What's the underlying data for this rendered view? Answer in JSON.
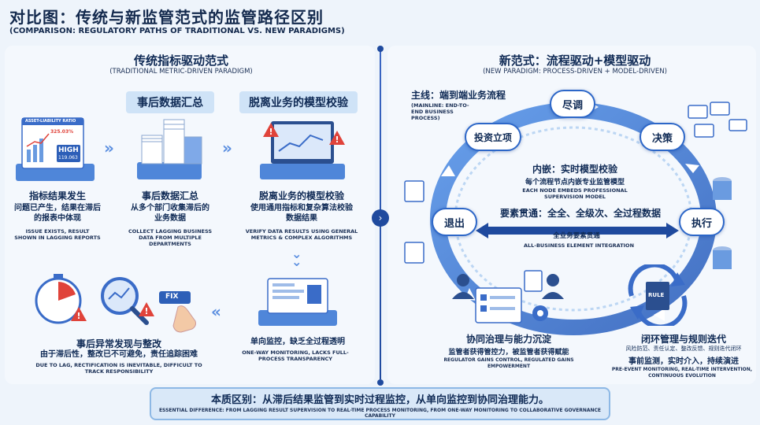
{
  "title": "对比图：传统与新监管范式的监管路径区别",
  "subtitle": "(COMPARISON: REGULATORY PATHS OF TRADITIONAL VS. NEW PARADIGMS)",
  "left": {
    "heading": "传统指标驱动范式",
    "heading_en": "(TRADITIONAL METRIC-DRIVEN PARADIGM)",
    "tag1": "事后数据汇总",
    "tag2": "脱离业务的模型校验",
    "chart_card": {
      "title": "ASSET-LIABILITY RATIO",
      "value_red": "325.03%",
      "high_label": "HIGH",
      "high_value": "119.063"
    },
    "step1": {
      "title": "指标结果发生",
      "desc": "问题已产生，结果在滞后的报表中体现",
      "en": "ISSUE EXISTS, RESULT SHOWN IN LAGGING REPORTS"
    },
    "step2": {
      "title": "事后数据汇总",
      "desc": "从多个部门收集滞后的业务数据",
      "en": "COLLECT LAGGING BUSINESS DATA FROM MULTIPLE DEPARTMENTS"
    },
    "step3": {
      "title": "脱离业务的模型校验",
      "desc": "使用通用指标和复杂算法校验数据结果",
      "en": "VERIFY DATA RESULTS USING GENERAL METRICS & COMPLEX ALGORITHMS"
    },
    "step4": {
      "title": "单向监控，缺乏全过程透明",
      "en": "ONE-WAY MONITORING, LACKS FULL-PROCESS TRANSPARENCY"
    },
    "step5": {
      "title": "事后异常发现与整改",
      "desc": "由于滞后性，整改已不可避免，责任追踪困难",
      "en": "DUE TO LAG, RECTIFICATION IS INEVITABLE, DIFFICULT TO TRACK RESPONSIBILITY"
    },
    "fix_label": "FIX"
  },
  "right": {
    "heading": "新范式：流程驱动+模型驱动",
    "heading_en": "(NEW PARADIGM: PROCESS-DRIVEN + MODEL-DRIVEN)",
    "mainline": "主线：端到端业务流程",
    "mainline_en": "(MAINLINE: END-TO-END BUSINESS PROCESS)",
    "nodes": {
      "jindiao": "尽调",
      "juece": "决策",
      "zhixing": "执行",
      "tuichu": "退出",
      "touzi": "投资立项"
    },
    "embed": {
      "title": "内嵌：实时模型校验",
      "desc": "每个流程节点内嵌专业监管模型",
      "en": "EACH NODE EMBEDS PROFESSIONAL SUPERVISION MODEL"
    },
    "elements": {
      "title": "要素贯通：全全、全级次、全过程数据",
      "arrow_label": "全业务要素贯通",
      "en": "ALL-BUSINESS ELEMENT INTEGRATION"
    },
    "collab": {
      "title": "协同治理与能力沉淀",
      "desc": "监管者获得管控力，被监管者获得赋能",
      "en": "REGULATOR GAINS CONTROL, REGULATED GAINS EMPOWERMENT"
    },
    "closed_loop": {
      "title": "闭环管理与规则迭代",
      "desc_small": "风险防范、责任认定、整改反馈、规则迭代闭环",
      "desc": "事前监测，实时介入，持续演进",
      "en": "PRE-EVENT MONITORING, REAL-TIME INTERVENTION, CONTINUOUS EVOLUTION"
    },
    "rule_label": "RULE"
  },
  "bottom": {
    "main": "本质区别：从滞后结果监管到实时过程监控，从单向监控到协同治理能力。",
    "en": "ESSENTIAL DIFFERENCE: FROM LAGGING RESULT SUPERVISION TO REAL-TIME PROCESS MONITORING, FROM ONE-WAY MONITORING TO COLLABORATIVE GOVERNANCE CAPABILITY"
  },
  "colors": {
    "accent": "#2d67c8",
    "navy": "#0f2a55",
    "red": "#e0433a",
    "panel": "#f4f8fd"
  }
}
